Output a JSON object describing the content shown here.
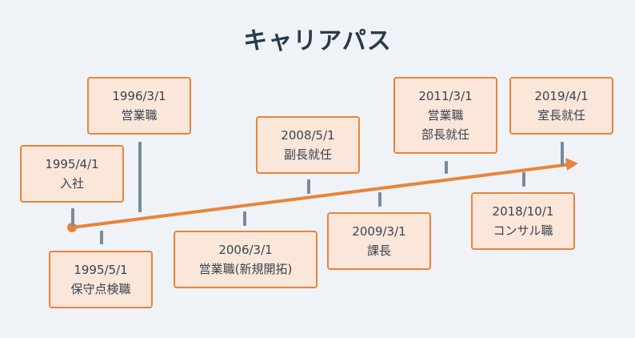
{
  "title": "キャリアパス",
  "colors": {
    "accent": "#e8843a",
    "box_fill": "#fbe6da",
    "tick": "#7a8a99",
    "background": "#eff3f7"
  },
  "events": [
    {
      "date": "1995/4/1",
      "lines": [
        "入社"
      ]
    },
    {
      "date": "1996/3/1",
      "lines": [
        "営業職"
      ]
    },
    {
      "date": "1995/5/1",
      "lines": [
        "保守点検職"
      ]
    },
    {
      "date": "2006/3/1",
      "lines": [
        "営業職(新規開拓)"
      ]
    },
    {
      "date": "2008/5/1",
      "lines": [
        "副長就任"
      ]
    },
    {
      "date": "2009/3/1",
      "lines": [
        "課長"
      ]
    },
    {
      "date": "2011/3/1",
      "lines": [
        "営業職",
        "部長就任"
      ]
    },
    {
      "date": "2018/10/1",
      "lines": [
        "コンサル職"
      ]
    },
    {
      "date": "2019/4/1",
      "lines": [
        "室長就任"
      ]
    }
  ]
}
